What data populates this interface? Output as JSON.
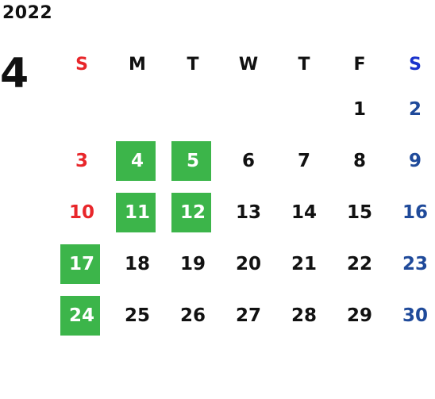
{
  "calendar": {
    "year": "2022",
    "month": "4",
    "weekdays": [
      "S",
      "M",
      "T",
      "W",
      "T",
      "F",
      "S"
    ],
    "weeks": [
      [
        "",
        "",
        "",
        "",
        "",
        "1",
        "2"
      ],
      [
        "3",
        "4",
        "5",
        "6",
        "7",
        "8",
        "9"
      ],
      [
        "10",
        "11",
        "12",
        "13",
        "14",
        "15",
        "16"
      ],
      [
        "17",
        "18",
        "19",
        "20",
        "21",
        "22",
        "23"
      ],
      [
        "24",
        "25",
        "26",
        "27",
        "28",
        "29",
        "30"
      ]
    ],
    "highlighted_days": [
      "4",
      "5",
      "11",
      "12",
      "17",
      "24"
    ]
  },
  "colors": {
    "sunday_header": "#e8262a",
    "saturday_header": "#1a33cc",
    "sunday": "#e8262a",
    "saturday": "#1f4a9a",
    "weekday": "#111111",
    "highlight_bg": "#3cb54a",
    "highlight_text": "#ffffff"
  }
}
